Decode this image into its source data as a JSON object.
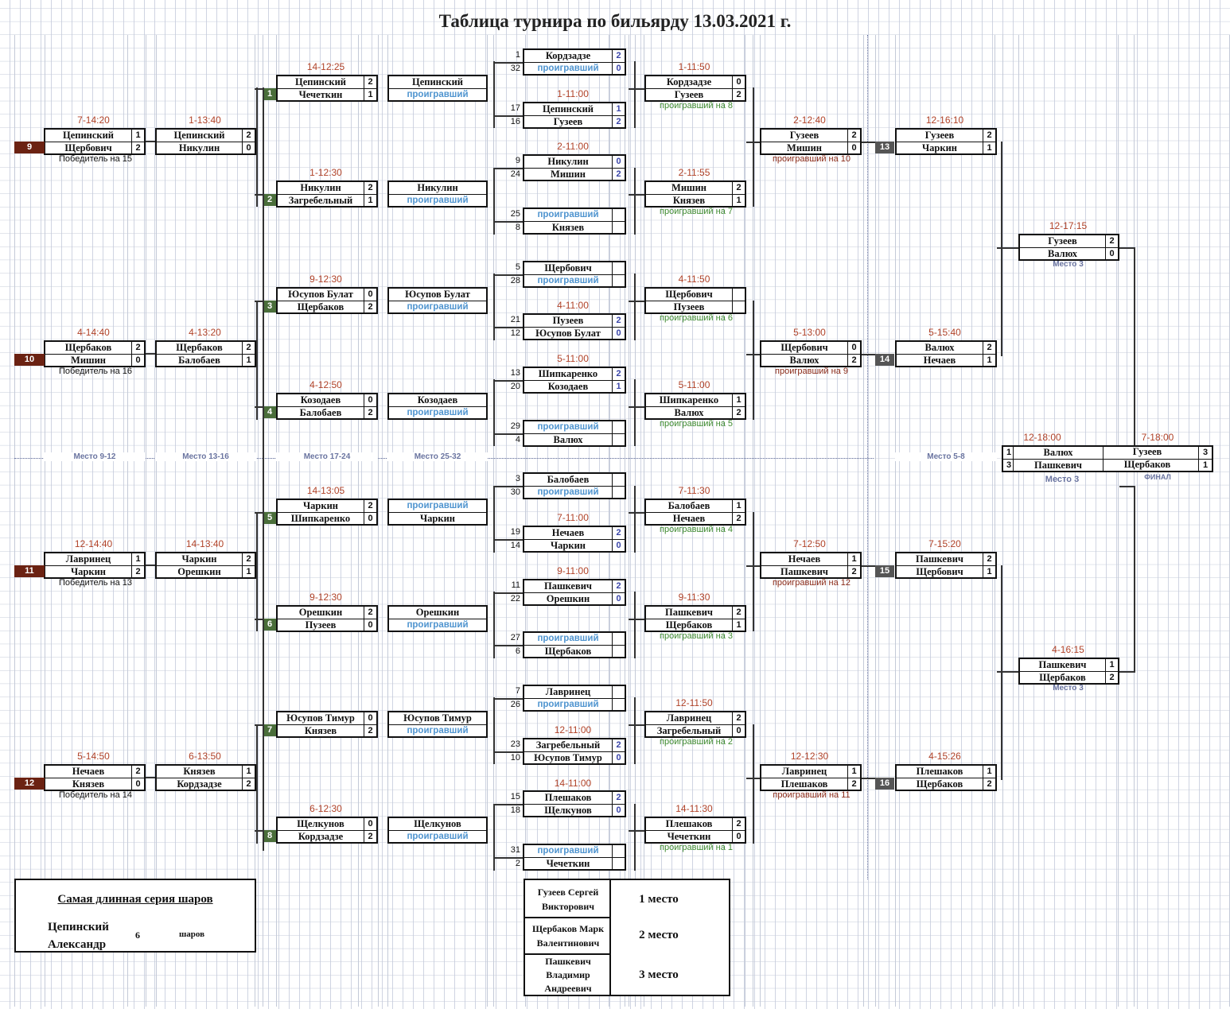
{
  "title": "Таблица турнира по бильярду 13.03.2021 г.",
  "losers_r1": [
    {
      "time": "7-14:20",
      "p1": "Цепинский",
      "s1": "1",
      "p2": "Щербович",
      "s2": "2",
      "badge": "9",
      "note": "Победитель на 15"
    },
    {
      "time": "4-14:40",
      "p1": "Щербаков",
      "s1": "2",
      "p2": "Мишин",
      "s2": "0",
      "badge": "10",
      "note": "Победитель на 16"
    },
    {
      "time": "12-14:40",
      "p1": "Лавринец",
      "s1": "1",
      "p2": "Чаркин",
      "s2": "2",
      "badge": "11",
      "note": "Победитель на 13"
    },
    {
      "time": "5-14:50",
      "p1": "Нечаев",
      "s1": "2",
      "p2": "Князев",
      "s2": "0",
      "badge": "12",
      "note": "Победитель на 14"
    }
  ],
  "losers_r0": [
    {
      "time": "1-13:40",
      "p1": "Цепинский",
      "s1": "2",
      "p2": "Никулин",
      "s2": "0"
    },
    {
      "time": "4-13:20",
      "p1": "Щербаков",
      "s1": "2",
      "p2": "Балобаев",
      "s2": "1"
    },
    {
      "time": "14-13:40",
      "p1": "Чаркин",
      "s1": "2",
      "p2": "Орешкин",
      "s2": "1"
    },
    {
      "time": "6-13:50",
      "p1": "Князев",
      "s1": "1",
      "p2": "Кордзадзе",
      "s2": "2"
    }
  ],
  "round3": [
    {
      "time": "14-12:25",
      "p1": "Цепинский",
      "s1": "2",
      "p2": "Чечеткин",
      "s2": "1",
      "badge": "1",
      "w1": "Цепинский",
      "w2": "проигравший"
    },
    {
      "time": "1-12:30",
      "p1": "Никулин",
      "s1": "2",
      "p2": "Загребельный",
      "s2": "1",
      "badge": "2",
      "w1": "Никулин",
      "w2": "проигравший"
    },
    {
      "time": "9-12:30",
      "p1": "Юсупов Булат",
      "s1": "0",
      "p2": "Щербаков",
      "s2": "2",
      "badge": "3",
      "w1": "Юсупов Булат",
      "w2": "проигравший"
    },
    {
      "time": "4-12:50",
      "p1": "Козодаев",
      "s1": "0",
      "p2": "Балобаев",
      "s2": "2",
      "badge": "4",
      "w1": "Козодаев",
      "w2": "проигравший"
    },
    {
      "time": "14-13:05",
      "p1": "Чаркин",
      "s1": "2",
      "p2": "Шипкаренко",
      "s2": "0",
      "badge": "5",
      "w1": "проигравший",
      "w2": "Чаркин"
    },
    {
      "time": "9-12:30",
      "p1": "Орешкин",
      "s1": "2",
      "p2": "Пузеев",
      "s2": "0",
      "badge": "6",
      "w1": "Орешкин",
      "w2": "проигравший"
    },
    {
      "time": "",
      "p1": "Юсупов Тимур",
      "s1": "0",
      "p2": "Князев",
      "s2": "2",
      "badge": "7",
      "w1": "Юсупов Тимур",
      "w2": "проигравший"
    },
    {
      "time": "6-12:30",
      "p1": "Щелкунов",
      "s1": "0",
      "p2": "Кордзадзе",
      "s2": "2",
      "badge": "8",
      "w1": "Щелкунов",
      "w2": "проигравший"
    }
  ],
  "r1": [
    {
      "s1": "1",
      "p1": "Кордзадзе",
      "c1": "2",
      "s2": "32",
      "p2": "проигравший",
      "c2": "0"
    },
    {
      "s1": "17",
      "p1": "Цепинский",
      "c1": "1",
      "s2": "16",
      "p2": "Гузеев",
      "c2": "2"
    },
    {
      "s1": "9",
      "p1": "Никулин",
      "c1": "0",
      "s2": "24",
      "p2": "Мишин",
      "c2": "2"
    },
    {
      "s1": "25",
      "p1": "проигравший",
      "c1": "",
      "s2": "8",
      "p2": "Князев",
      "c2": ""
    },
    {
      "s1": "5",
      "p1": "Щербович",
      "c1": "",
      "s2": "28",
      "p2": "проигравший",
      "c2": ""
    },
    {
      "s1": "21",
      "p1": "Пузеев",
      "c1": "2",
      "s2": "12",
      "p2": "Юсупов Булат",
      "c2": "0"
    },
    {
      "s1": "13",
      "p1": "Шипкаренко",
      "c1": "2",
      "s2": "20",
      "p2": "Козодаев",
      "c2": "1"
    },
    {
      "s1": "29",
      "p1": "проигравший",
      "c1": "",
      "s2": "4",
      "p2": "Валюх",
      "c2": ""
    },
    {
      "s1": "3",
      "p1": "Балобаев",
      "c1": "",
      "s2": "30",
      "p2": "проигравший",
      "c2": ""
    },
    {
      "s1": "19",
      "p1": "Нечаев",
      "c1": "2",
      "s2": "14",
      "p2": "Чаркин",
      "c2": "0"
    },
    {
      "s1": "11",
      "p1": "Пашкевич",
      "c1": "2",
      "s2": "22",
      "p2": "Орешкин",
      "c2": "0"
    },
    {
      "s1": "27",
      "p1": "проигравший",
      "c1": "",
      "s2": "6",
      "p2": "Щербаков",
      "c2": ""
    },
    {
      "s1": "7",
      "p1": "Лавринец",
      "c1": "",
      "s2": "26",
      "p2": "проигравший",
      "c2": ""
    },
    {
      "s1": "23",
      "p1": "Загребельный",
      "c1": "2",
      "s2": "10",
      "p2": "Юсупов Тимур",
      "c2": "0"
    },
    {
      "s1": "15",
      "p1": "Плешаков",
      "c1": "2",
      "s2": "18",
      "p2": "Щелкунов",
      "c2": "0"
    },
    {
      "s1": "31",
      "p1": "проигравший",
      "c1": "",
      "s2": "2",
      "p2": "Чечеткин",
      "c2": ""
    }
  ],
  "r1_times": [
    "1-11:00",
    "2-11:00",
    "4-11:00",
    "5-11:00",
    "7-11:00",
    "9-11:00",
    "12-11:00",
    "14-11:00"
  ],
  "r2": [
    {
      "time": "1-11:50",
      "p1": "Кордзадзе",
      "s1": "0",
      "p2": "Гузеев",
      "s2": "2",
      "note": "проигравший на 8"
    },
    {
      "time": "2-11:55",
      "p1": "Мишин",
      "s1": "2",
      "p2": "Князев",
      "s2": "1",
      "note": "проигравший на 7"
    },
    {
      "time": "4-11:50",
      "p1": "Щербович",
      "s1": "",
      "p2": "Пузеев",
      "s2": "",
      "note": "проигравший на 6"
    },
    {
      "time": "5-11:00",
      "p1": "Шипкаренко",
      "s1": "1",
      "p2": "Валюх",
      "s2": "2",
      "note": "проигравший на 5"
    },
    {
      "time": "7-11:30",
      "p1": "Балобаев",
      "s1": "1",
      "p2": "Нечаев",
      "s2": "2",
      "note": "проигравший на 4"
    },
    {
      "time": "9-11:30",
      "p1": "Пашкевич",
      "s1": "2",
      "p2": "Щербаков",
      "s2": "1",
      "note": "проигравший на 3"
    },
    {
      "time": "12-11:50",
      "p1": "Лавринец",
      "s1": "2",
      "p2": "Загребельный",
      "s2": "0",
      "note": "проигравший на 2"
    },
    {
      "time": "14-11:30",
      "p1": "Плешаков",
      "s1": "2",
      "p2": "Чечеткин",
      "s2": "0",
      "note": "проигравший на 1"
    }
  ],
  "r3w": [
    {
      "time": "2-12:40",
      "p1": "Гузеев",
      "s1": "2",
      "p2": "Мишин",
      "s2": "0",
      "note": "проигравший на 10"
    },
    {
      "time": "5-13:00",
      "p1": "Щербович",
      "s1": "0",
      "p2": "Валюх",
      "s2": "2",
      "note": "проигравший на 9"
    },
    {
      "time": "7-12:50",
      "p1": "Нечаев",
      "s1": "1",
      "p2": "Пашкевич",
      "s2": "2",
      "note": "проигравший на 12"
    },
    {
      "time": "12-12:30",
      "p1": "Лавринец",
      "s1": "1",
      "p2": "Плешаков",
      "s2": "2",
      "note": "проигравший на 11"
    }
  ],
  "r4": [
    {
      "time": "12-16:10",
      "p1": "Гузеев",
      "s1": "2",
      "p2": "Чаркин",
      "s2": "1",
      "badge": "13"
    },
    {
      "time": "5-15:40",
      "p1": "Валюх",
      "s1": "2",
      "p2": "Нечаев",
      "s2": "1",
      "badge": "14"
    },
    {
      "time": "7-15:20",
      "p1": "Пашкевич",
      "s1": "2",
      "p2": "Щербович",
      "s2": "1",
      "badge": "15"
    },
    {
      "time": "4-15:26",
      "p1": "Плешаков",
      "s1": "1",
      "p2": "Щербаков",
      "s2": "2",
      "badge": "16"
    }
  ],
  "r5": [
    {
      "time": "12-17:15",
      "p1": "Гузеев",
      "s1": "2",
      "p2": "Валюх",
      "s2": "0",
      "note": "Место 3"
    },
    {
      "time": "4-16:15",
      "p1": "Пашкевич",
      "s1": "1",
      "p2": "Щербаков",
      "s2": "2",
      "note": "Место 3"
    }
  ],
  "final": {
    "time1": "12-18:00",
    "time2": "7-18:00",
    "a1": "1",
    "an1": "Валюх",
    "a2": "3",
    "an2": "Пашкевич",
    "b1": "Гузеев",
    "bs1": "3",
    "b2": "Щербаков",
    "bs2": "1",
    "label1": "Место 3",
    "label2": "ФИНАЛ"
  },
  "places": [
    "Место 9-12",
    "Место 13-16",
    "Место 17-24",
    "Место 25-32",
    "Место 5-8"
  ],
  "series": {
    "title": "Самая длинная серия шаров",
    "name1": "Цепинский",
    "name2": "Александр",
    "count": "6",
    "unit": "шаров"
  },
  "podium": [
    {
      "name": "Гузеев Сергей Викторович",
      "place": "1 место"
    },
    {
      "name": "Щербаков Марк Валентинович",
      "place": "2 место"
    },
    {
      "name": "Пашкевич Владимир Андреевич",
      "place": "3 место"
    }
  ],
  "colors": {
    "badge_brown": "#6b2212",
    "badge_green": "#4a6e3a",
    "badge_grey": "#555555",
    "time_red": "#b04228",
    "note_green": "#3e8a30",
    "loser_blue": "#4f94cf"
  }
}
